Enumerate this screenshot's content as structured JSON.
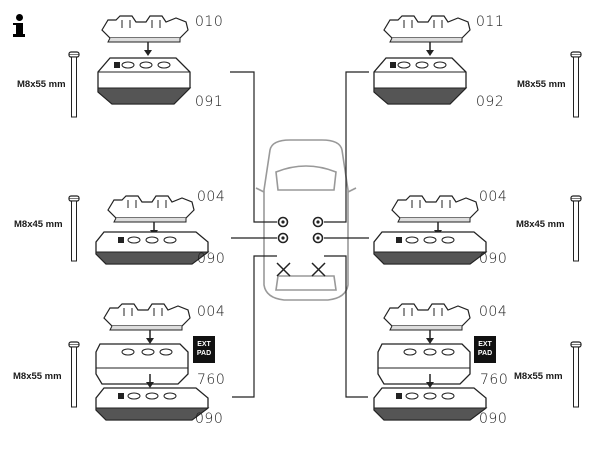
{
  "labels": {
    "tl_top": "010",
    "tl_bottom": "091",
    "tr_top": "011",
    "tr_bottom": "092",
    "ml_top": "004",
    "ml_bottom": "090",
    "mr_top": "004",
    "mr_bottom": "090",
    "bl_top": "004",
    "bl_mid": "760",
    "bl_bottom": "090",
    "br_top": "004",
    "br_mid": "760",
    "br_bottom": "090"
  },
  "bolts": {
    "tl": "M8x55 mm",
    "tr": "M8x55 mm",
    "ml": "M8x45 mm",
    "mr": "M8x45 mm",
    "bl": "M8x55 mm",
    "br": "M8x55 mm"
  },
  "ext_pad": {
    "line1": "EXT",
    "line2": "PAD"
  },
  "icons": {
    "info": "info-icon",
    "excluded_position": "cross-icon",
    "mount_point": "mount-point-icon"
  }
}
